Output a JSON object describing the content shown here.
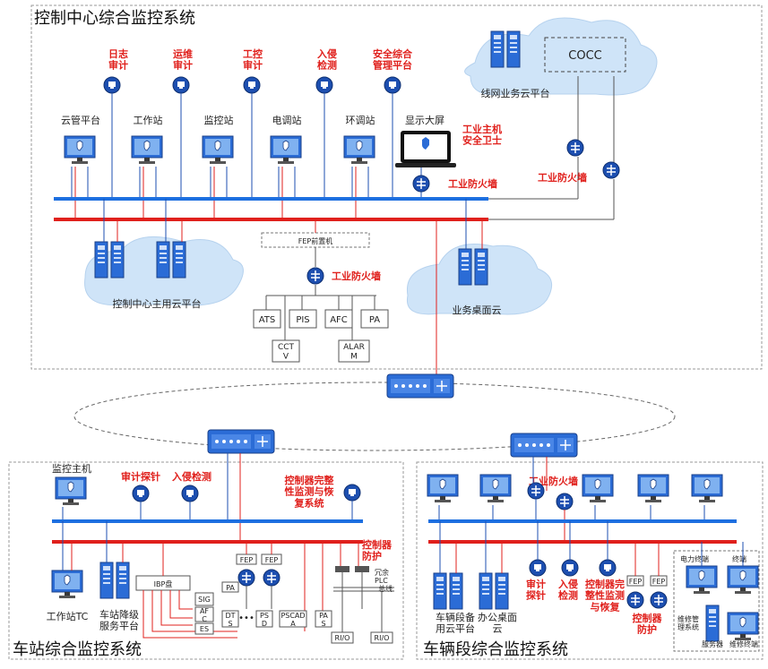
{
  "regions": {
    "control_center": {
      "title": "控制中心综合监控系统"
    },
    "station": {
      "title": "车站综合监控系统"
    },
    "depot": {
      "title": "车辆段综合监控系统"
    }
  },
  "control_center": {
    "top_security": [
      "日志\n审计",
      "运维\n审计",
      "工控\n审计",
      "入侵\n检测",
      "安全综合\n管理平台"
    ],
    "workstations": [
      "云管平台",
      "工作站",
      "监控站",
      "电调站",
      "环调站",
      "显示大屏"
    ],
    "host_guard": "工业主机\n安全卫士",
    "firewall_display": "工业防火墙",
    "firewall_cocc": "工业防火墙",
    "firewall_fep": "工业防火墙",
    "cocc_label": "COCC",
    "line_cloud": "线网业务云平台",
    "main_cloud": "控制中心主用云平台",
    "desktop_cloud": "业务桌面云",
    "fep": "FEP前置机",
    "subsystems": [
      "ATS",
      "PIS",
      "AFC",
      "PA"
    ],
    "subsystems2": [
      "CCT\nV",
      "ALAR\nM"
    ]
  },
  "station": {
    "monitor_host": "监控主机",
    "audit_probe": "审计探针",
    "intrusion": "入侵检测",
    "integrity": "控制器完整\n性监测与恢\n复系统",
    "controller_protect": "控制器\n防护",
    "workstation_tc": "工作站TC",
    "degraded_platform": "车站降级\n服务平台",
    "ibp": "IBP盘",
    "ibp_items": [
      "SIG",
      "AF\nC",
      "ES"
    ],
    "fep1": "FEP",
    "fep2": "FEP",
    "pa": "PA",
    "dots": "•••",
    "row_items": [
      "DT\nS",
      "PS\nD",
      "PSCAD\nA",
      "PA\nS"
    ],
    "redundant_plc": "冗余\nPLC",
    "bus": "总线",
    "rio1": "RI/O",
    "rio2": "RI/O"
  },
  "depot": {
    "firewall": "工业防火墙",
    "cloud": "车辆段备\n用云平台",
    "office_cloud": "办公桌面\n云",
    "audit_probe": "审计\n探针",
    "intrusion": "入侵\n检测",
    "integrity": "控制器完\n整性监测\n与恢复",
    "controller_protect": "控制器\n防护",
    "fep1": "FEP",
    "fep2": "FEP",
    "power_terminal": "电力终端",
    "terminal": "终端",
    "maintenance": "维修管\n理系统",
    "server": "服务器",
    "maint_terminal": "维修终端"
  }
}
